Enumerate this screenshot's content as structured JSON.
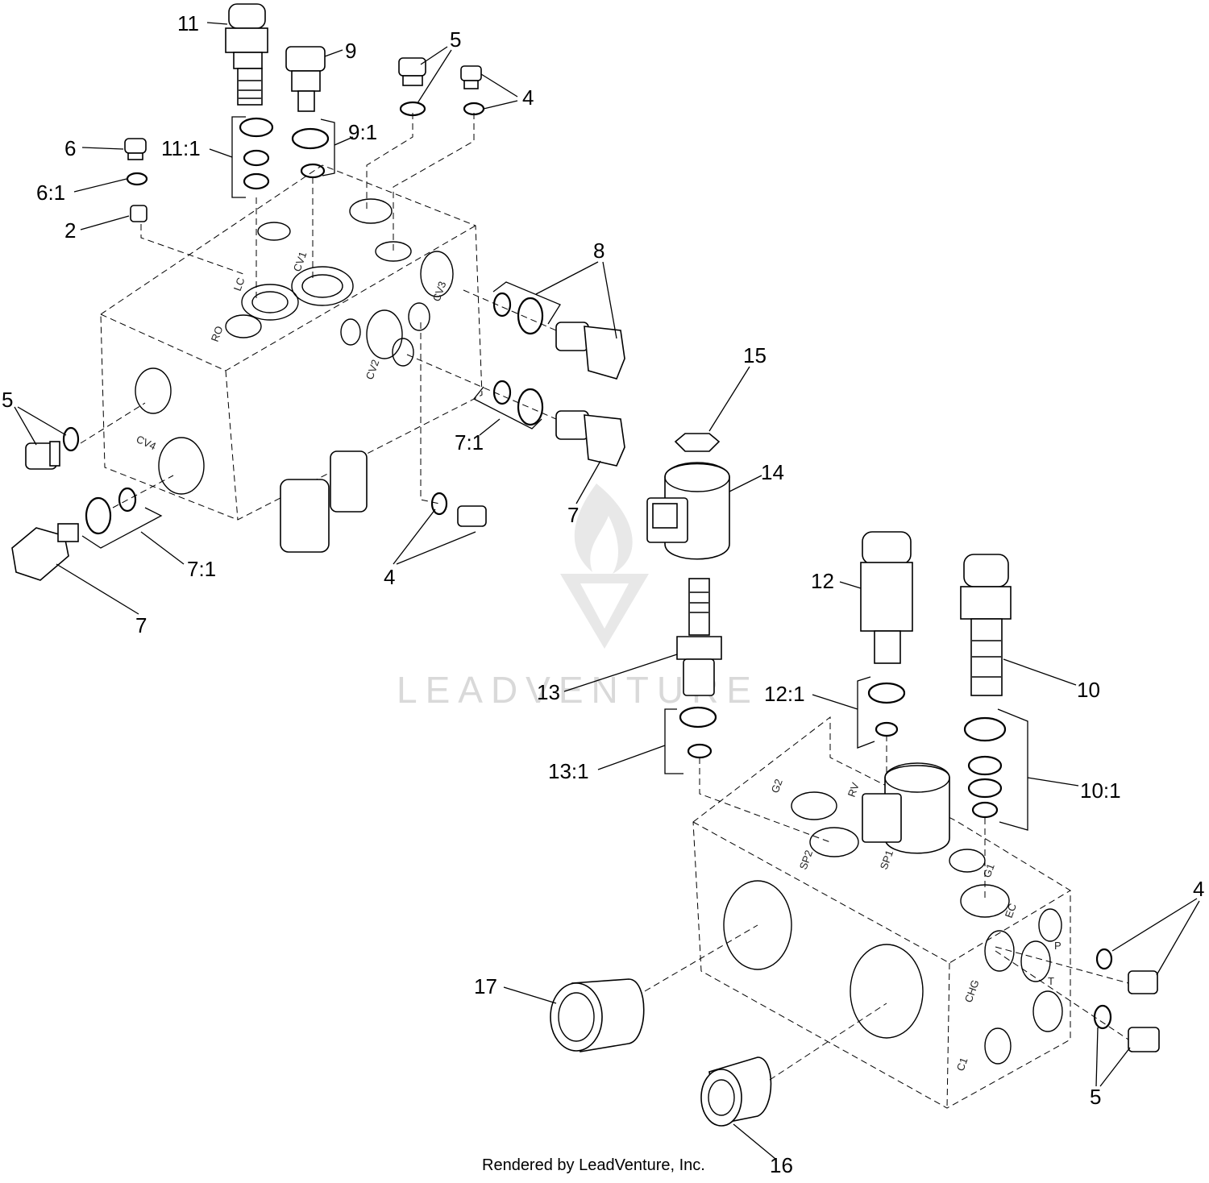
{
  "callouts": [
    {
      "text": "11"
    },
    {
      "text": "9"
    },
    {
      "text": "5"
    },
    {
      "text": "4"
    },
    {
      "text": "6"
    },
    {
      "text": "11:1"
    },
    {
      "text": "9:1"
    },
    {
      "text": "6:1"
    },
    {
      "text": "2"
    },
    {
      "text": "8"
    },
    {
      "text": "15"
    },
    {
      "text": "5"
    },
    {
      "text": "7:1"
    },
    {
      "text": "14"
    },
    {
      "text": "7"
    },
    {
      "text": "7:1"
    },
    {
      "text": "4"
    },
    {
      "text": "7"
    },
    {
      "text": "12"
    },
    {
      "text": "10"
    },
    {
      "text": "13"
    },
    {
      "text": "12:1"
    },
    {
      "text": "13:1"
    },
    {
      "text": "10:1"
    },
    {
      "text": "4"
    },
    {
      "text": "17"
    },
    {
      "text": "5"
    },
    {
      "text": "16"
    }
  ],
  "port_labels": {
    "upper": [
      "LC",
      "CV1",
      "CV3",
      "RO",
      "CV2",
      "CV4"
    ],
    "lower": [
      "G2",
      "RV",
      "SP2",
      "SP1",
      "G1",
      "EC",
      "CHG",
      "C1",
      "P",
      "T"
    ]
  },
  "watermark": "LEADVENTURE",
  "credit": "Rendered by LeadVenture, Inc."
}
